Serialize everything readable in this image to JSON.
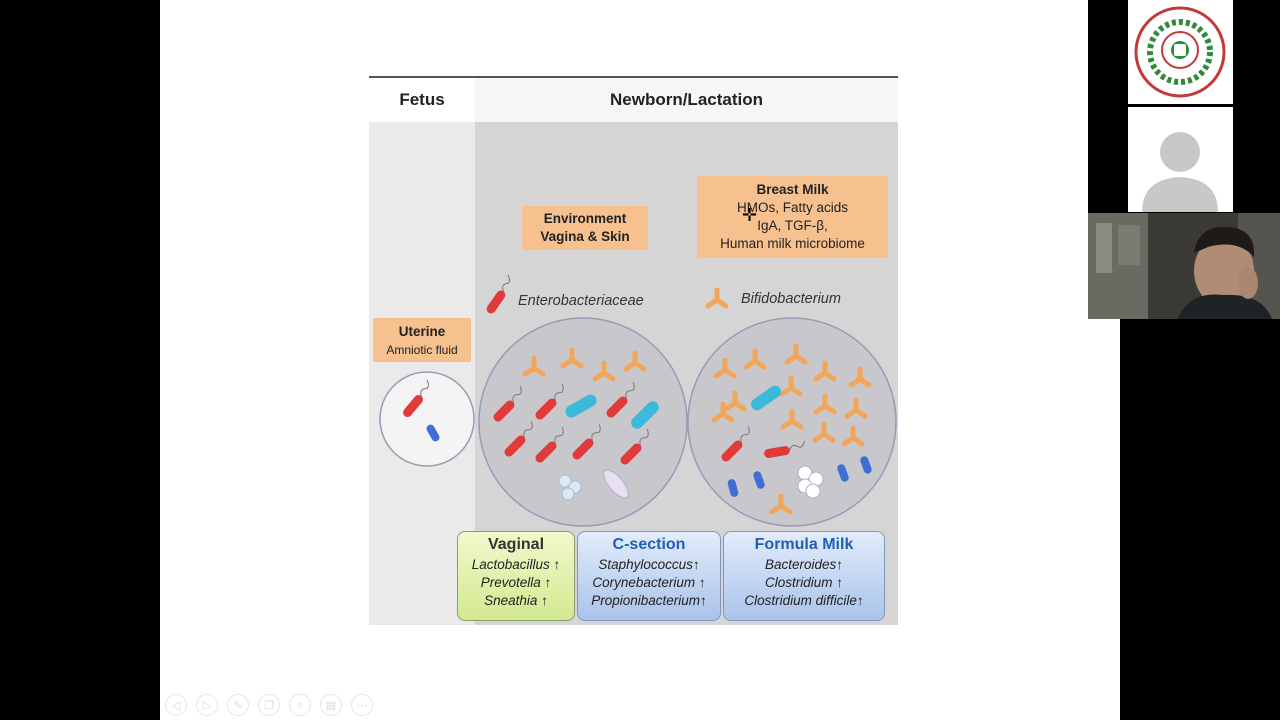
{
  "figure": {
    "header_left": "Fetus",
    "header_right": "Newborn/Lactation",
    "uterine_title": "Uterine",
    "uterine_sub": "Amniotic fluid",
    "env_line1": "Environment",
    "env_line2": "Vagina & Skin",
    "milk_title": "Breast Milk",
    "milk_line1": "HMOs, Fatty acids",
    "milk_line2": "IgA, TGF-β,",
    "milk_line3": "Human milk microbiome",
    "entero_label": "Enterobacteriaceae",
    "bifido_label": "Bifidobacterium"
  },
  "tags": {
    "vaginal": {
      "title": "Vaginal",
      "items": [
        "Lactobacillus ↑",
        "Prevotella  ↑",
        "Sneathia  ↑"
      ]
    },
    "csection": {
      "title": "C-section",
      "items": [
        "Staphylococcus↑",
        "Corynebacterium ↑",
        "Propionibacterium↑"
      ]
    },
    "formula": {
      "title": "Formula Milk",
      "items": [
        "Bacteroides↑",
        "Clostridium  ↑",
        "Clostridium difficile↑"
      ]
    }
  },
  "colors": {
    "orange_box": "#f6c08f",
    "red_bacteria": "#e03a3a",
    "cyan_bacteria": "#3ab9d9",
    "blue_bacteria": "#3f6fd6",
    "bifido": "#f2a65a"
  },
  "icons": {
    "toolbar": [
      "back-icon",
      "forward-icon",
      "pen-icon",
      "copy-icon",
      "zoom-icon",
      "slides-icon",
      "more-icon"
    ],
    "cursor": "crosshair-cursor-icon"
  }
}
